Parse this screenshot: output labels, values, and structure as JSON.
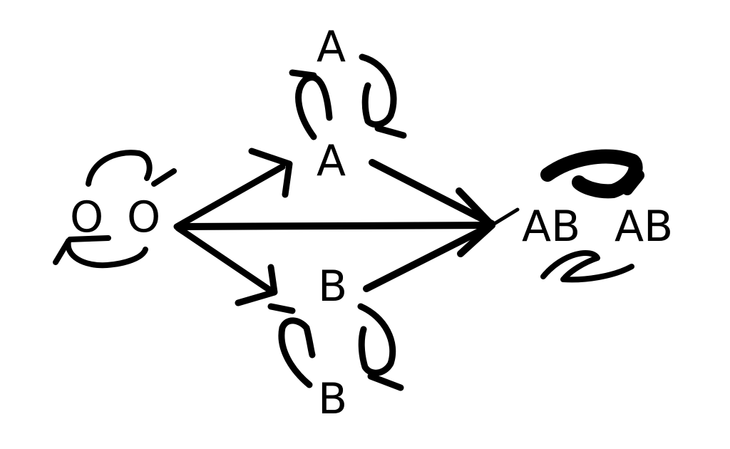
{
  "diagram": {
    "nodes": {
      "o_left": "O",
      "o_right": "O",
      "a_top": "A",
      "a_mid": "A",
      "b_mid": "B",
      "b_bottom": "B",
      "ab_left": "AB",
      "ab_right": "AB"
    },
    "edges": [
      {
        "from": "O",
        "to": "A"
      },
      {
        "from": "O",
        "to": "AB"
      },
      {
        "from": "O",
        "to": "B"
      },
      {
        "from": "A",
        "to": "AB"
      },
      {
        "from": "B",
        "to": "AB"
      }
    ],
    "colors": {
      "ink": "#000000",
      "background": "#ffffff"
    }
  }
}
